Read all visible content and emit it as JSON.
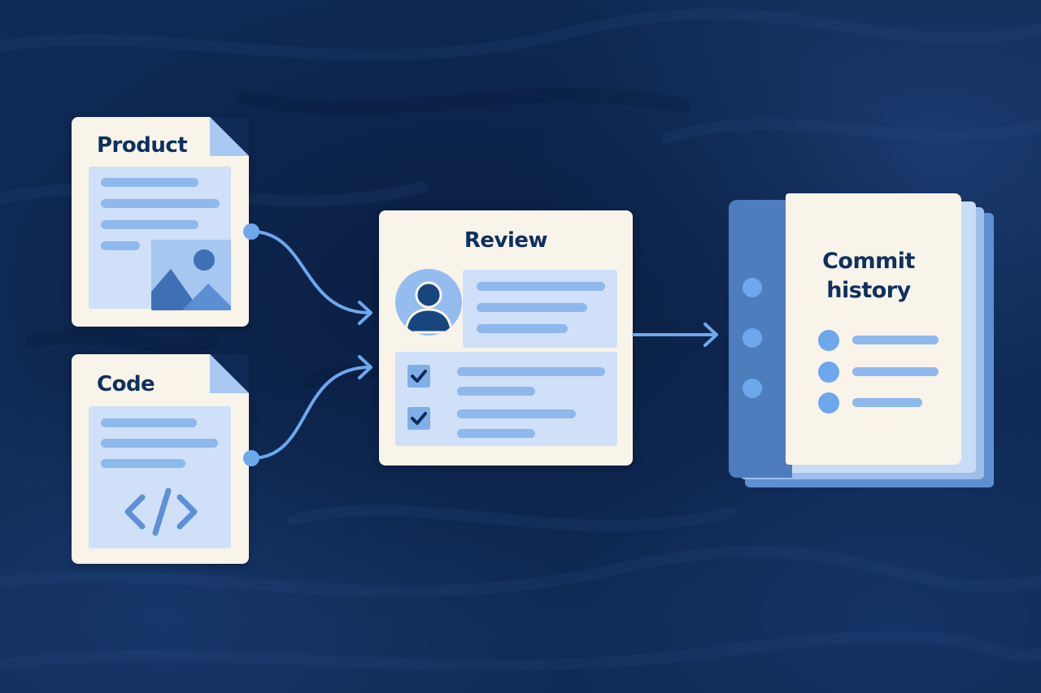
{
  "diagram": {
    "nodes": {
      "product": {
        "title": "Product"
      },
      "code": {
        "title": "Code"
      },
      "review": {
        "title": "Review"
      },
      "commit_history": {
        "title_line1": "Commit",
        "title_line2": "history"
      }
    },
    "edges": [
      {
        "from": "product",
        "to": "review"
      },
      {
        "from": "code",
        "to": "review"
      },
      {
        "from": "review",
        "to": "commit_history"
      }
    ],
    "icons": {
      "product": "image-icon",
      "code": "code-icon",
      "review": "user-avatar-icon",
      "checks": "checkmark-icon"
    },
    "colors": {
      "background": "#0f2a55",
      "card": "#f8f4ea",
      "accent": "#6ea8ec",
      "ink": "#10305e"
    }
  }
}
